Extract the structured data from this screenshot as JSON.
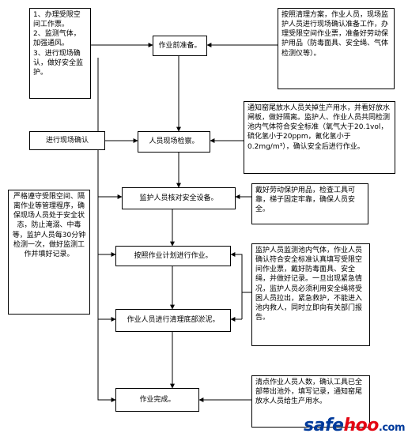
{
  "top_left_list": {
    "items": [
      "1、办理受限空间工作票。",
      "2、监测气体，加强通风。",
      "3、进行现场确认，做好安全监护。"
    ]
  },
  "top_right_note": "按照清理方案，作业人员，现场监护人员进行现场确认准备工作，办理受限空间作业票，准备好劳动保护用品（防毒面具、安全绳、气体检测仪等）。",
  "steps": {
    "prepare": "作业前准备。",
    "check_in": "人员现场检察。",
    "guard_verify": "监护人员核对安全设备。",
    "work_plan": "按照作业计划进行作业。",
    "clean_mud": "作业人员进行清理底部淤泥。",
    "complete": "作业完成。"
  },
  "site_confirm_label": "进行现场确认",
  "right_notes": {
    "check_in": "通知窑尾放水人员关掉生产用水，并看好放水闸板，做好隔离。监护人、作业人员共同检测池内气体符合安全标准（氧气大于20.1vol，硫化氢小于20ppm，氰化氢小于0.2mg/m³），确认安全后进行作业。",
    "guard_verify": "戴好劳动保护用品，检查工具可靠，梯子固定牢靠，确保人员安全。",
    "monitor": "监护人员监测池内气体，作业人员确认符合安全标准认真填写受限空间作业票，戴好防毒面具、安全绳，并做好记录。一旦出现紧急情况，监护人员必须利用安全绳将受困人员拉出，紧急救护，不能进入池内救人，同时立即向有关部门报告。",
    "complete": "清点作业人员人数，确认工具已全部带出池外，填写记录，通知窑尾放水人员给生产用水。"
  },
  "left_note": "严格遵守受限空间、隔离作业等管理程序，确保现场人员处于安全状态，防止淹溺、中毒等，监护人员每30分钟检测一次，做好监测工作并填好记录。",
  "watermark": {
    "part1": "safe",
    "part2": "hoo",
    "part3": ".com"
  }
}
